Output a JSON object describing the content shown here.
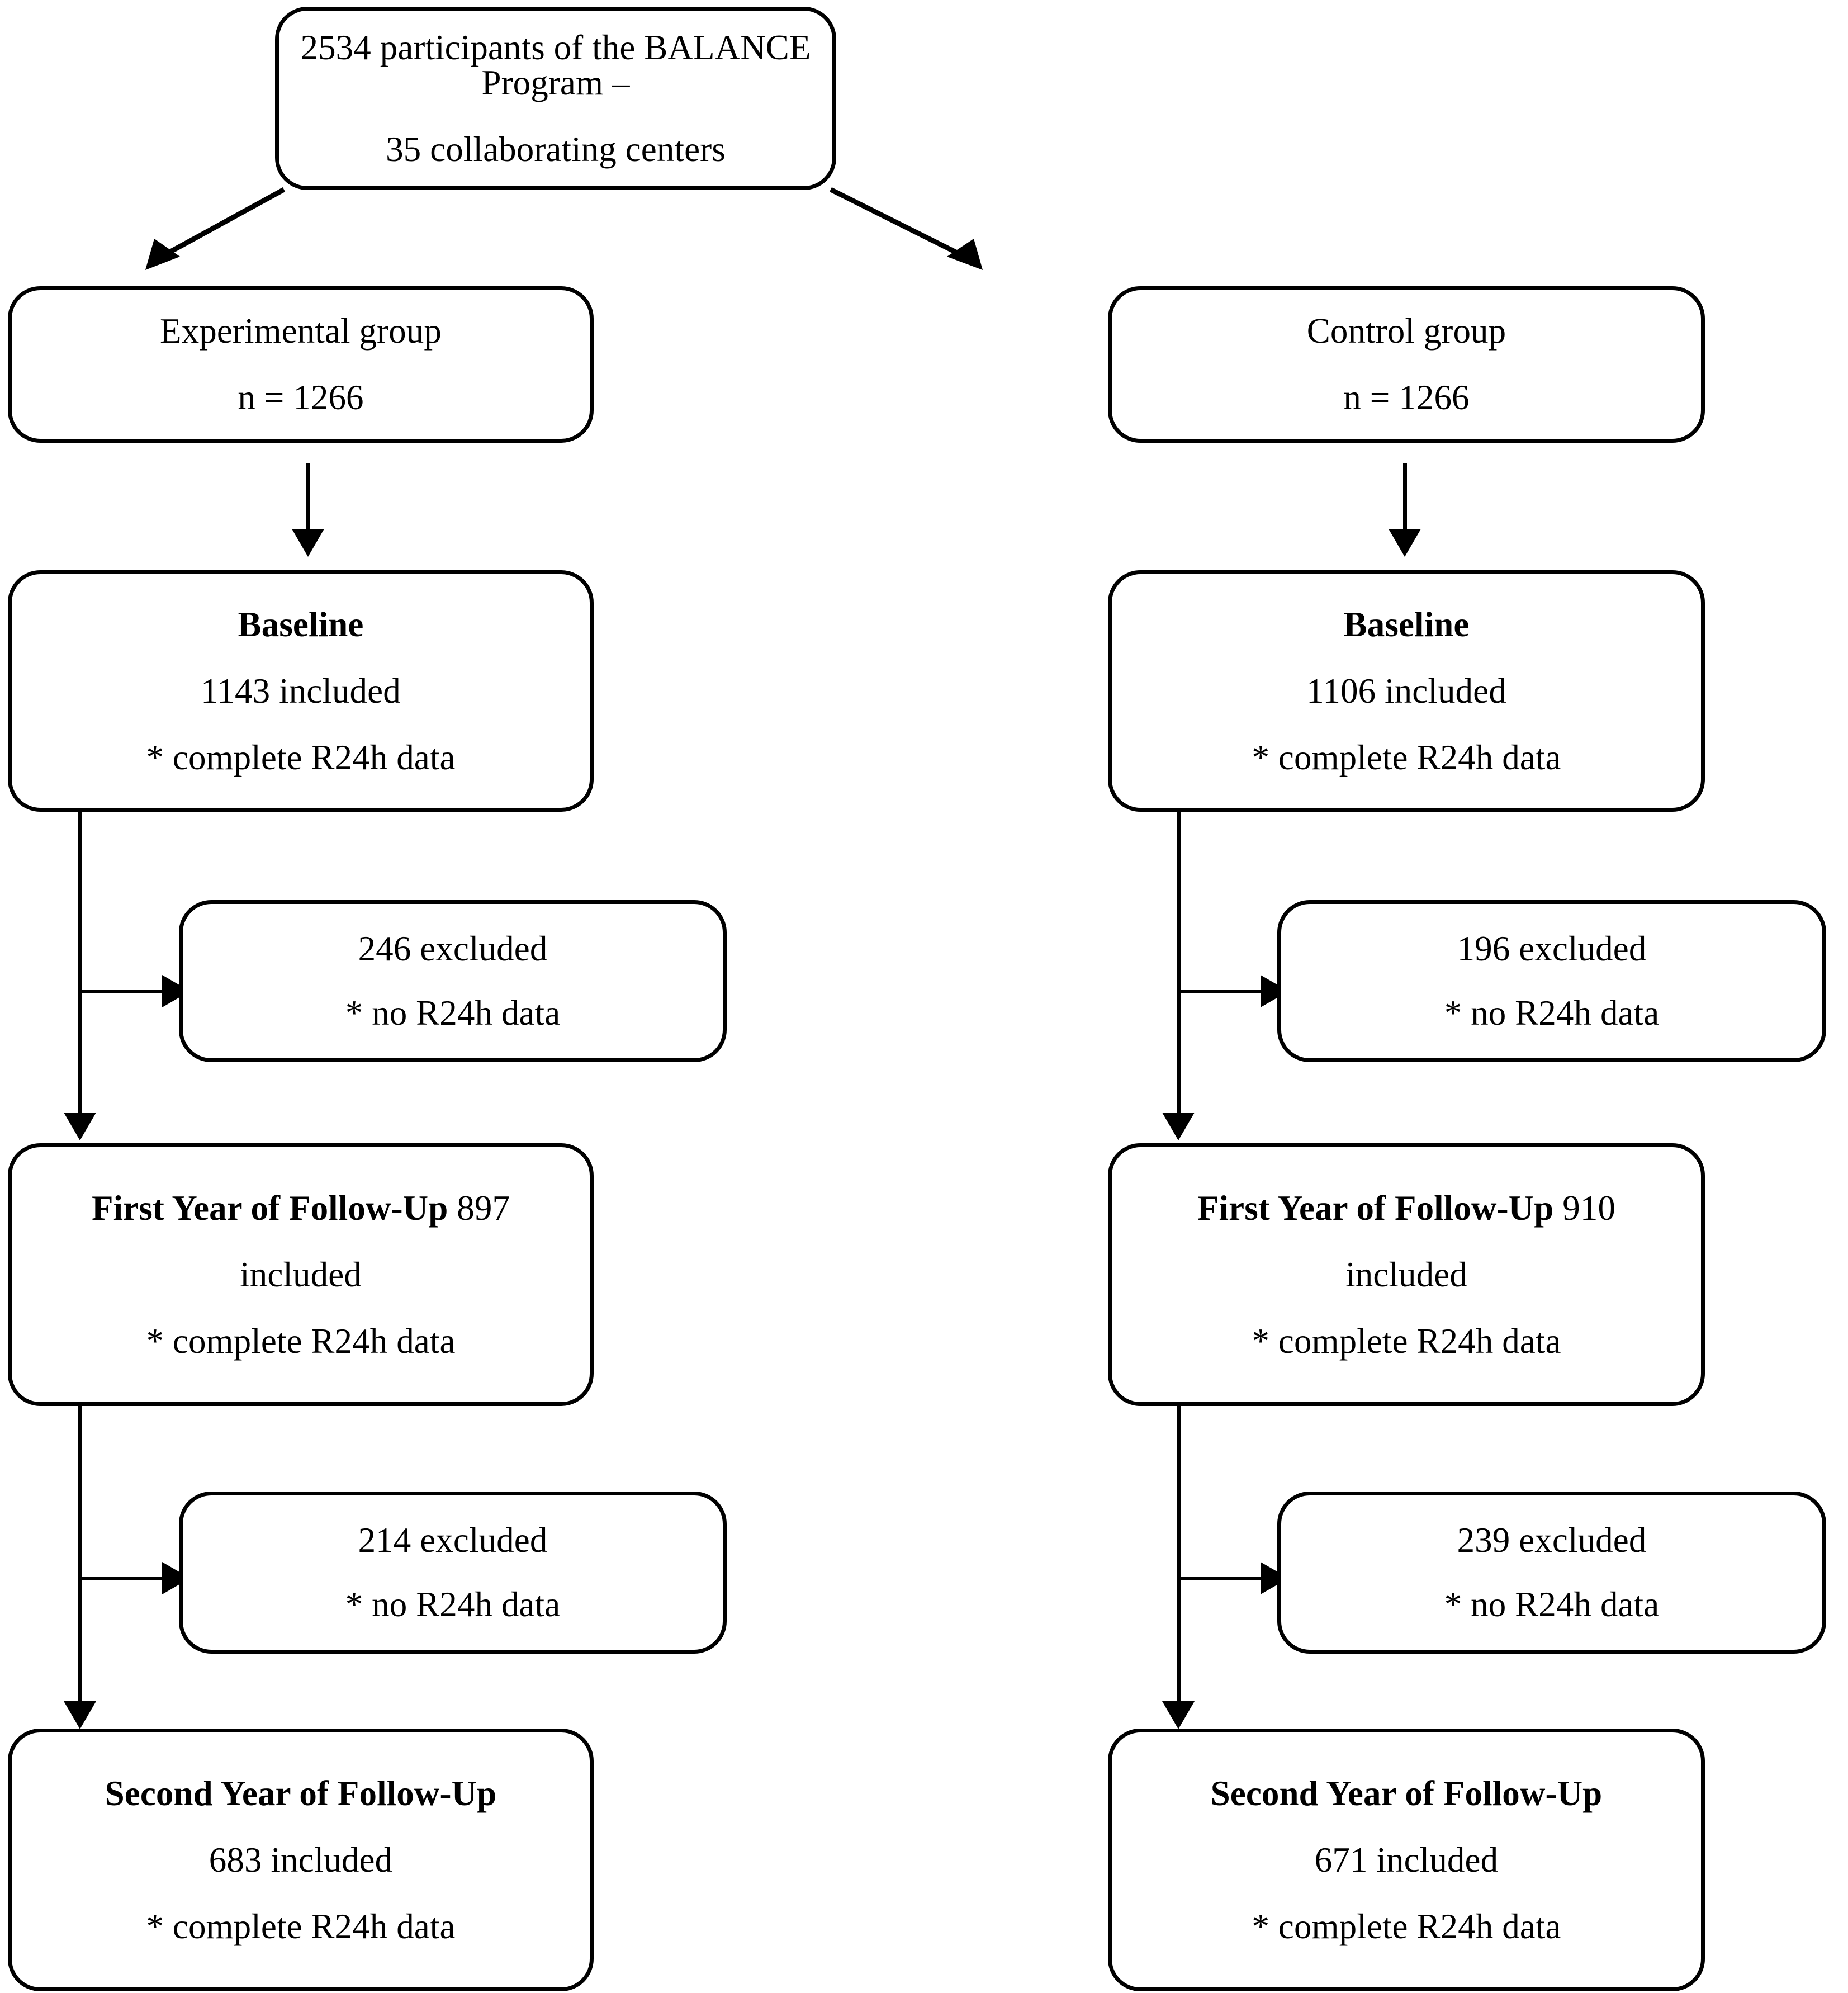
{
  "diagram": {
    "title": "BALANCE Program participant flow diagram",
    "stroke_color": "#000000",
    "background_color": "#ffffff"
  },
  "nodes": {
    "root": {
      "line1": "2534 participants of the BALANCE Program –",
      "line2": "35 collaborating centers"
    },
    "experimental_group": {
      "line1": "Experimental group",
      "line2": "n = 1266"
    },
    "control_group": {
      "line1": "Control group",
      "line2": "n = 1266"
    },
    "experimental_baseline": {
      "line1": "Baseline",
      "line2": "1143 included",
      "line3": "* complete R24h data"
    },
    "control_baseline": {
      "line1": "Baseline",
      "line2": "1106 included",
      "line3": "* complete R24h data"
    },
    "experimental_excluded_1": {
      "line1": "246 excluded",
      "line2": "* no R24h data"
    },
    "control_excluded_1": {
      "line1": "196 excluded",
      "line2": "* no R24h data"
    },
    "experimental_year1": {
      "line1_bold": "First Year of Follow-Up",
      "line1_count": " 897",
      "line2": "included",
      "line3": "* complete R24h data"
    },
    "control_year1": {
      "line1_bold": "First Year of Follow-Up",
      "line1_count": " 910",
      "line2": "included",
      "line3": "* complete R24h data"
    },
    "experimental_excluded_2": {
      "line1": "214 excluded",
      "line2": "* no R24h data"
    },
    "control_excluded_2": {
      "line1": "239 excluded",
      "line2": "* no R24h data"
    },
    "experimental_year2": {
      "line1": "Second Year of Follow-Up",
      "line2": "683 included",
      "line3": "* complete R24h data"
    },
    "control_year2": {
      "line1": "Second Year of Follow-Up",
      "line2": "671 included",
      "line3": "* complete R24h data"
    }
  },
  "chart_data": {
    "type": "diagram-flow",
    "title": "BALANCE Program participant flow",
    "total_participants": 2534,
    "collaborating_centers": 35,
    "arms": [
      {
        "name": "Experimental group",
        "n_randomized": 1266,
        "stages": [
          {
            "stage": "Baseline",
            "included": 1143,
            "note": "complete R24h data"
          },
          {
            "stage": "Excluded after Baseline",
            "excluded": 246,
            "note": "no R24h data"
          },
          {
            "stage": "First Year of Follow-Up",
            "included": 897,
            "note": "complete R24h data"
          },
          {
            "stage": "Excluded after First Year",
            "excluded": 214,
            "note": "no R24h data"
          },
          {
            "stage": "Second Year of Follow-Up",
            "included": 683,
            "note": "complete R24h data"
          }
        ]
      },
      {
        "name": "Control group",
        "n_randomized": 1266,
        "stages": [
          {
            "stage": "Baseline",
            "included": 1106,
            "note": "complete R24h data"
          },
          {
            "stage": "Excluded after Baseline",
            "excluded": 196,
            "note": "no R24h data"
          },
          {
            "stage": "First Year of Follow-Up",
            "included": 910,
            "note": "complete R24h data"
          },
          {
            "stage": "Excluded after First Year",
            "excluded": 239,
            "note": "no R24h data"
          },
          {
            "stage": "Second Year of Follow-Up",
            "included": 671,
            "note": "complete R24h data"
          }
        ]
      }
    ]
  }
}
